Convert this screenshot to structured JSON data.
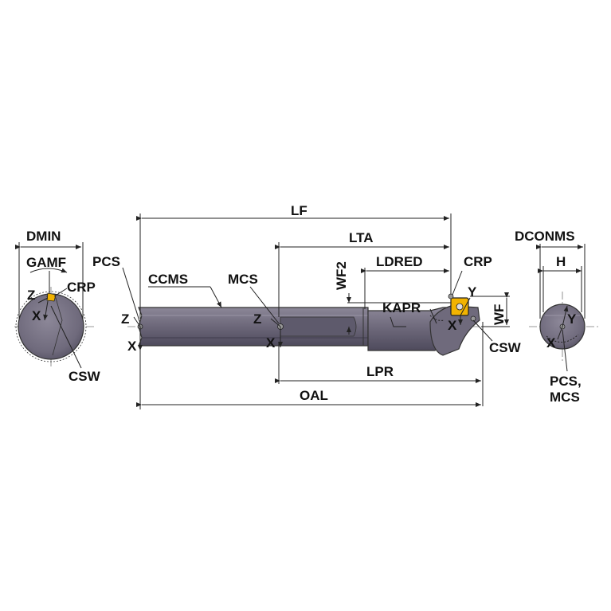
{
  "colors": {
    "body": "#6f6a7c",
    "body_dark": "#4a4657",
    "body_light": "#8c8798",
    "insert": "#f2b300",
    "line": "#222222"
  },
  "labels": {
    "dmin": "DMIN",
    "gamf": "GAMF",
    "crp_left": "CRP",
    "z_left": "Z",
    "x_left": "X",
    "csw_left": "CSW",
    "pcs": "PCS",
    "ccms": "CCMS",
    "mcs": "MCS",
    "z_shank": "Z",
    "x_shank": "X",
    "z_mcs": "Z",
    "x_mcs": "X",
    "lf": "LF",
    "lta": "LTA",
    "ldred": "LDRED",
    "wf2": "WF2",
    "kapr": "KAPR",
    "crp_right": "CRP",
    "y_insert": "Y",
    "x_insert": "X",
    "wf": "WF",
    "csw_right": "CSW",
    "lpr": "LPR",
    "oal": "OAL",
    "dconms": "DCONMS",
    "h": "H",
    "y_end": "Y",
    "x_end": "X",
    "pcs_mcs_line1": "PCS,",
    "pcs_mcs_line2": "MCS"
  }
}
